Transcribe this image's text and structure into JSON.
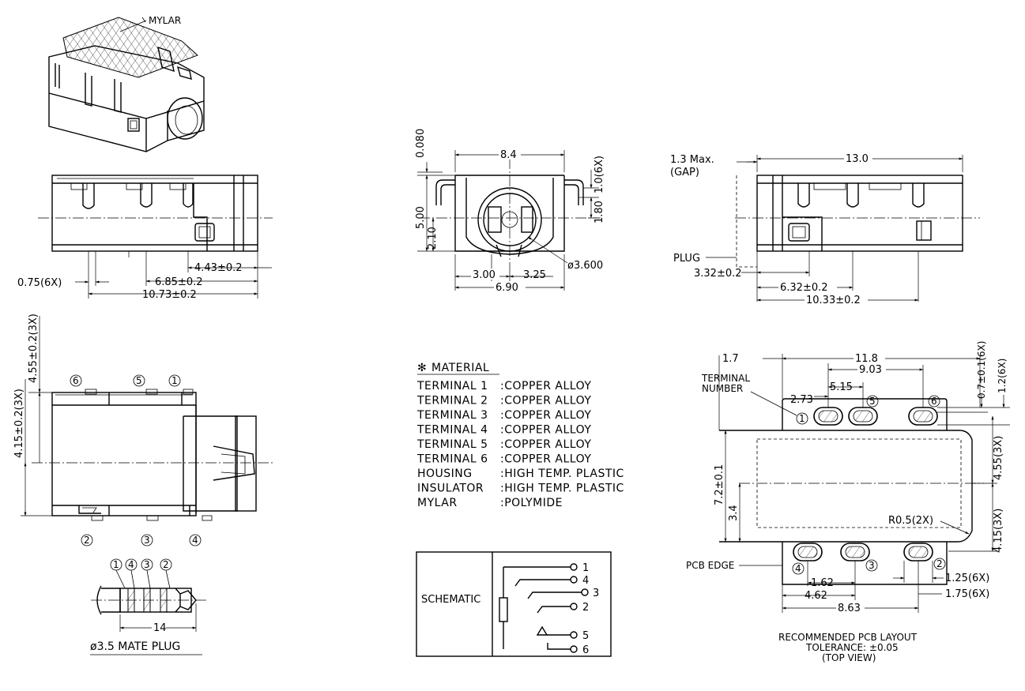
{
  "iso_view": {
    "mylar_label": "MYLAR"
  },
  "side_view_left": {
    "dims": {
      "pitch": "0.75(6X)",
      "d1": "4.43±0.2",
      "d2": "6.85±0.2",
      "d3": "10.73±0.2"
    }
  },
  "front_view": {
    "dims": {
      "top": "0.080",
      "width": "8.4",
      "pin_w": "1.0(6X)",
      "h18": "1.80",
      "h500": "5.00",
      "h210": "2.10",
      "bore": "ø3.600",
      "x300": "3.00",
      "x325": "3.25",
      "x690": "6.90"
    }
  },
  "side_view_right": {
    "dims": {
      "gap_line1": "1.3 Max.",
      "gap_line2": "(GAP)",
      "length": "13.0",
      "plug": "PLUG",
      "d1": "3.32±0.2",
      "d2": "6.32±0.2",
      "d3": "10.33±0.2"
    }
  },
  "top_view": {
    "dims": {
      "v1": "4.55±0.2(3X)",
      "v2": "4.15±0.2(3X)"
    },
    "terminals_top": [
      "6",
      "5",
      "1"
    ],
    "terminals_bottom": [
      "2",
      "3",
      "4"
    ]
  },
  "mate_plug": {
    "rings": [
      "1",
      "4",
      "3",
      "2"
    ],
    "length": "14",
    "caption": "ø3.5 MATE PLUG"
  },
  "material": {
    "title": "MATERIAL",
    "star": "✻",
    "rows": [
      {
        "part": "TERMINAL 1",
        "value": ":COPPER ALLOY"
      },
      {
        "part": "TERMINAL 2",
        "value": ":COPPER ALLOY"
      },
      {
        "part": "TERMINAL 3",
        "value": ":COPPER ALLOY"
      },
      {
        "part": "TERMINAL 4",
        "value": ":COPPER ALLOY"
      },
      {
        "part": "TERMINAL 5",
        "value": ":COPPER ALLOY"
      },
      {
        "part": "TERMINAL 6",
        "value": ":COPPER ALLOY"
      },
      {
        "part": "HOUSING",
        "value": ":HIGH TEMP. PLASTIC"
      },
      {
        "part": "INSULATOR",
        "value": ":HIGH TEMP. PLASTIC"
      },
      {
        "part": "MYLAR",
        "value": ":POLYMIDE"
      }
    ]
  },
  "schematic": {
    "label": "SCHEMATIC",
    "pins": [
      "1",
      "4",
      "3",
      "2",
      "5",
      "6"
    ]
  },
  "pcb_layout": {
    "dims": {
      "left": "1.7",
      "span": "11.8",
      "d903": "9.03",
      "d515": "5.15",
      "d273": "2.73",
      "slot": "0.7±0.1(6X)",
      "slot_w": "1.2(6X)",
      "v455": "4.55(3X)",
      "v72": "7.2±0.1",
      "v34": "3.4",
      "radius": "R0.5(2X)",
      "v415": "4.15(3X)",
      "b162": "1.62",
      "b462": "4.62",
      "b863": "8.63",
      "b125": "1.25(6X)",
      "b175": "1.75(6X)"
    },
    "terminal_number_line1": "TERMINAL",
    "terminal_number_line2": "NUMBER",
    "pcb_edge": "PCB EDGE",
    "pads_top": [
      "1",
      "5",
      "6"
    ],
    "pads_bottom": [
      "4",
      "3",
      "2"
    ],
    "caption_line1": "RECOMMENDED PCB LAYOUT",
    "caption_line2": "TOLERANCE: ±0.05",
    "caption_line3": "(TOP VIEW)"
  }
}
